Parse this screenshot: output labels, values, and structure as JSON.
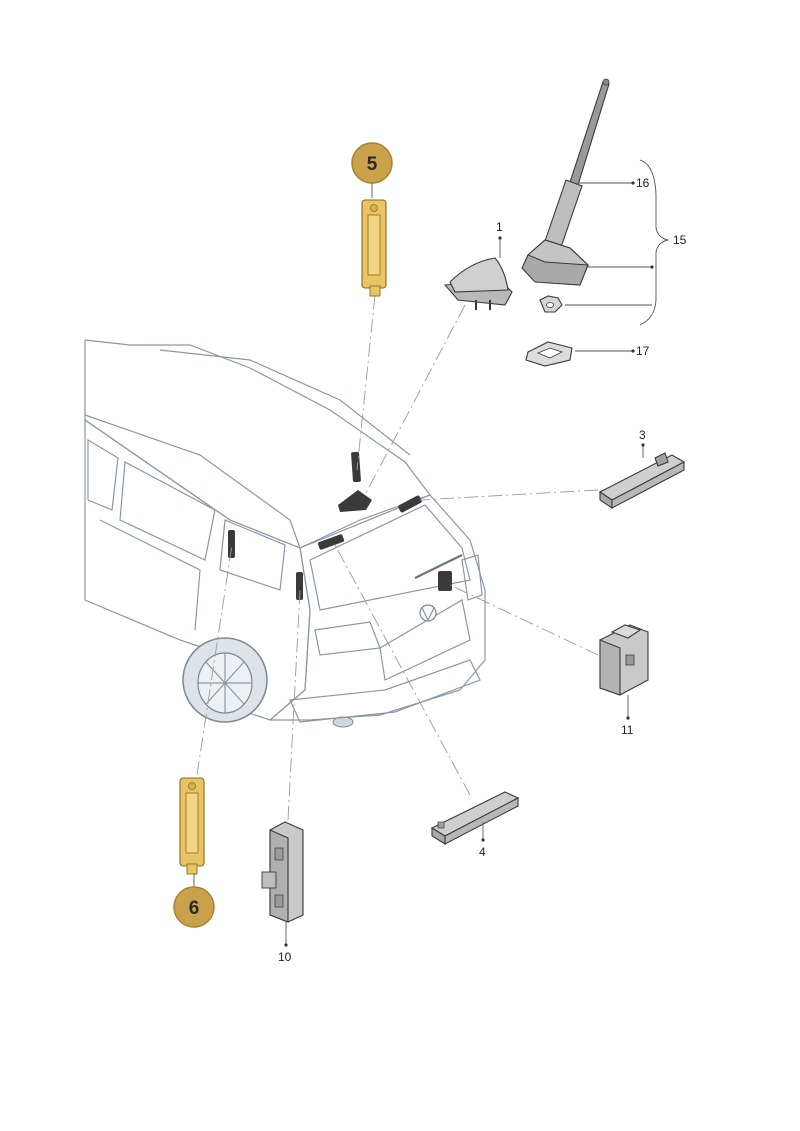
{
  "callouts": {
    "part_1": "1",
    "part_3": "3",
    "part_4": "4",
    "part_10": "10",
    "part_11": "11",
    "part_15": "15",
    "part_16": "16",
    "part_17": "17"
  },
  "badges": {
    "badge_5": "5",
    "badge_6": "6"
  },
  "colors": {
    "badge_fill": "#c9a24b",
    "badge_stroke": "#a8822f",
    "highlight_part": "#e8c463",
    "car_body": "#eef2f6",
    "car_glass": "#d6dde4",
    "part_grey": "#c8c8c8"
  }
}
